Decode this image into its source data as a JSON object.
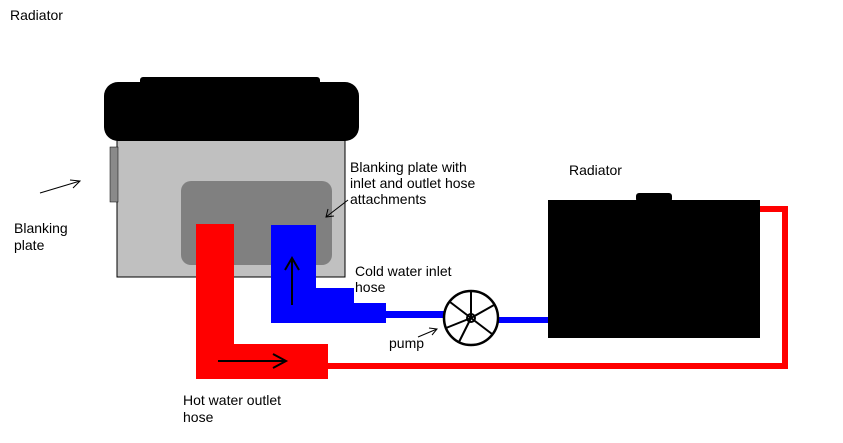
{
  "labels": {
    "top_left_title": "Radiator",
    "blanking_plate": [
      "Blanking",
      "plate"
    ],
    "blanking_plate_with_attachments": [
      "Blanking plate with",
      "inlet and outlet hose",
      "attachments"
    ],
    "radiator": "Radiator",
    "cold_water_inlet": [
      "Cold water inlet",
      "hose"
    ],
    "pump": "pump",
    "hot_water_outlet": [
      "Hot water outlet",
      "hose"
    ]
  },
  "colors": {
    "hot_hose": "#ff0000",
    "cold_hose": "#0000ff",
    "engine_body": "#c0c0c0",
    "blanking_plate": "#808080",
    "black": "#000000"
  },
  "icons": {
    "pump": "pump-impeller-icon",
    "flow_up": "arrow-up-icon",
    "flow_right": "arrow-right-icon"
  }
}
